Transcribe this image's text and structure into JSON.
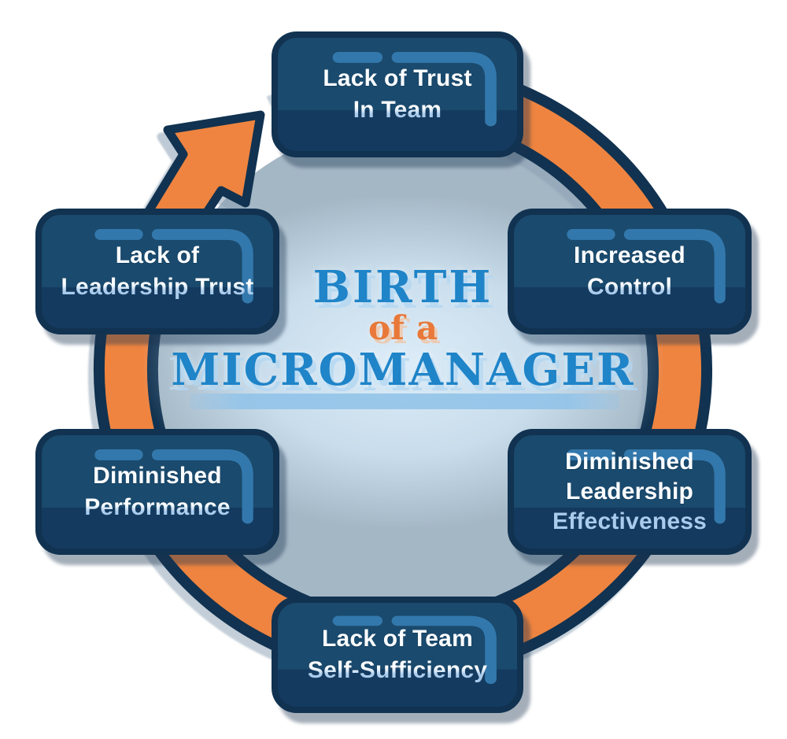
{
  "diagram": {
    "name": "Birth of a Micromanager cycle",
    "title": {
      "top": "BIRTH",
      "middle": "of a",
      "bottom": "MICROMANAGER"
    },
    "nodes": [
      {
        "id": "lack-of-trust-in-team",
        "lines": [
          "Lack of Trust",
          "In Team"
        ]
      },
      {
        "id": "increased-control",
        "lines": [
          "Increased",
          "Control"
        ]
      },
      {
        "id": "diminished-leadership-effectiveness",
        "lines": [
          "Diminished",
          "Leadership",
          "Effectiveness"
        ]
      },
      {
        "id": "lack-of-team-self-sufficiency",
        "lines": [
          "Lack of Team",
          "Self-Sufficiency"
        ]
      },
      {
        "id": "diminished-performance",
        "lines": [
          "Diminished",
          "Performance"
        ]
      },
      {
        "id": "lack-of-leadership-trust",
        "lines": [
          "Lack of",
          "Leadership Trust"
        ]
      }
    ],
    "cycle_direction": "clockwise",
    "icons": [
      {
        "name": "cycle-arrowhead-icon",
        "meaning": "clockwise flow arrow between Lack of Leadership Trust and Lack of Trust In Team"
      },
      {
        "name": "box-highlight-icon",
        "meaning": "decorative light-blue dash and corner line on each box"
      }
    ],
    "colors": {
      "ring_orange": "#ee8440",
      "outline_navy": "#113250",
      "box_fill_top": "#1a4a6d",
      "box_fill_bottom": "#143a5f",
      "box_highlight": "#3378ac",
      "inner_disc": "#a4b7c5",
      "title_blue": "#1f84c8",
      "title_orange": "#e8793a",
      "text_white": "#fbfdff",
      "text_light_blue": "#a9cbec",
      "glow_light_blue": "#d5e9f8"
    }
  }
}
